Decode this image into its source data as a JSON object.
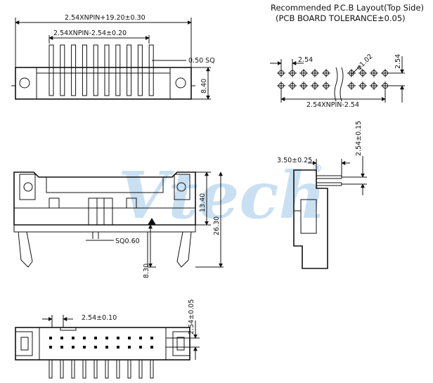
{
  "notes": {
    "pcb_title_line1": "Recommended P.C.B Layout(Top Side)",
    "pcb_title_line2": "(PCB BOARD TOLERANCE±0.05)"
  },
  "top_view": {
    "dim_overall": "2.54XNPIN+19.20±0.30",
    "dim_pin_span": "2.54XNPIN-2.54±0.20",
    "dim_pin_size": "0.50 SQ",
    "dim_height": "8.40"
  },
  "pcb_layout": {
    "dim_pitch": "2.54",
    "dim_hole": "φ1.02",
    "dim_row_pitch": "2.54",
    "dim_span": "2.54XNPIN-2.54"
  },
  "front_view": {
    "dim_body_height": "13.40",
    "dim_total_height": "26.30",
    "dim_pin_sq": "SQ0.60",
    "dim_tail": "8.30"
  },
  "side_view": {
    "dim_offset": "3.50±0.25",
    "dim_row_pitch": "2.54±0.15"
  },
  "bottom_view": {
    "dim_pitch": "2.54±0.10",
    "dim_row_pitch": "2.54±0.05"
  },
  "watermark": {
    "text": "Vtech",
    "registered": "®"
  }
}
